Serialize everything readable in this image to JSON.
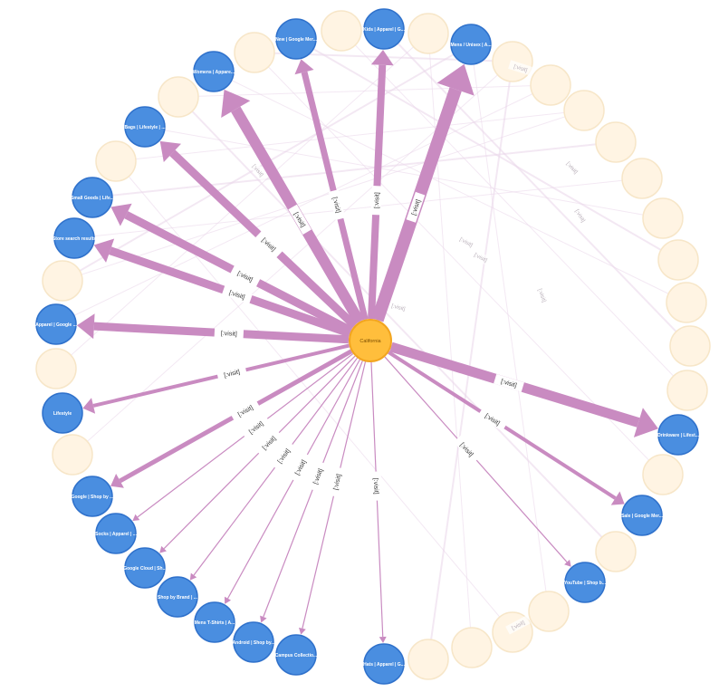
{
  "graph": {
    "center": {
      "label": "California",
      "color": "#ffbe3c",
      "border": "#f2a51f"
    },
    "relationship_label": "[:visit]",
    "colors": {
      "edge": "#c98bc1",
      "node_fill": "#4a8ee0",
      "node_border": "#2f71cb",
      "faint_node_fill": "#fff4e3",
      "faint_node_border": "#f7e6c8"
    },
    "nodes": [
      {
        "label": "New | Google Mer..."
      },
      {
        "label": "Kids | Apparel | G..."
      },
      {
        "label": "Mens / Unisex | A..."
      },
      {
        "label": "Womens | Appare..."
      },
      {
        "label": "Bags | Lifestyle | ..."
      },
      {
        "label": "Small Goods | Life..."
      },
      {
        "label": "Store search results"
      },
      {
        "label": "Apparel | Google ..."
      },
      {
        "label": "Lifestyle"
      },
      {
        "label": "Google | Shop by ..."
      },
      {
        "label": "Socks | Apparel | ..."
      },
      {
        "label": "Google Cloud | Sh..."
      },
      {
        "label": "Shop by Brand | ..."
      },
      {
        "label": "Mens T-Shirts | A..."
      },
      {
        "label": "Android | Shop by..."
      },
      {
        "label": "Campus Collectio..."
      },
      {
        "label": "Hats | Apparel | G..."
      },
      {
        "label": "YouTube | Shop b..."
      },
      {
        "label": "Sale | Google Mer..."
      },
      {
        "label": "Drinkware | Lifest..."
      }
    ]
  }
}
